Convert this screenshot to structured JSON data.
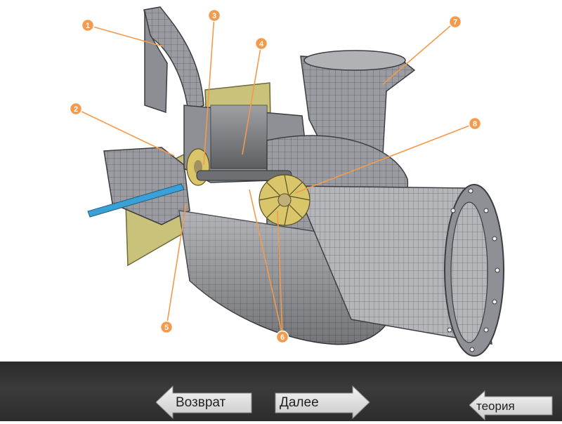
{
  "callouts": [
    "1",
    "2",
    "3",
    "4",
    "5",
    "6",
    "7",
    "8"
  ],
  "nav": {
    "back_label": "Возврат",
    "next_label": "Далее",
    "theory_label": "теория"
  },
  "colors": {
    "callout": "#f39a4c",
    "casing": "#8c8e93",
    "mount_plate": "#c8c27a",
    "shaft": "#3aa0d8",
    "impeller": "#d9c56a",
    "bar": "#333333"
  }
}
